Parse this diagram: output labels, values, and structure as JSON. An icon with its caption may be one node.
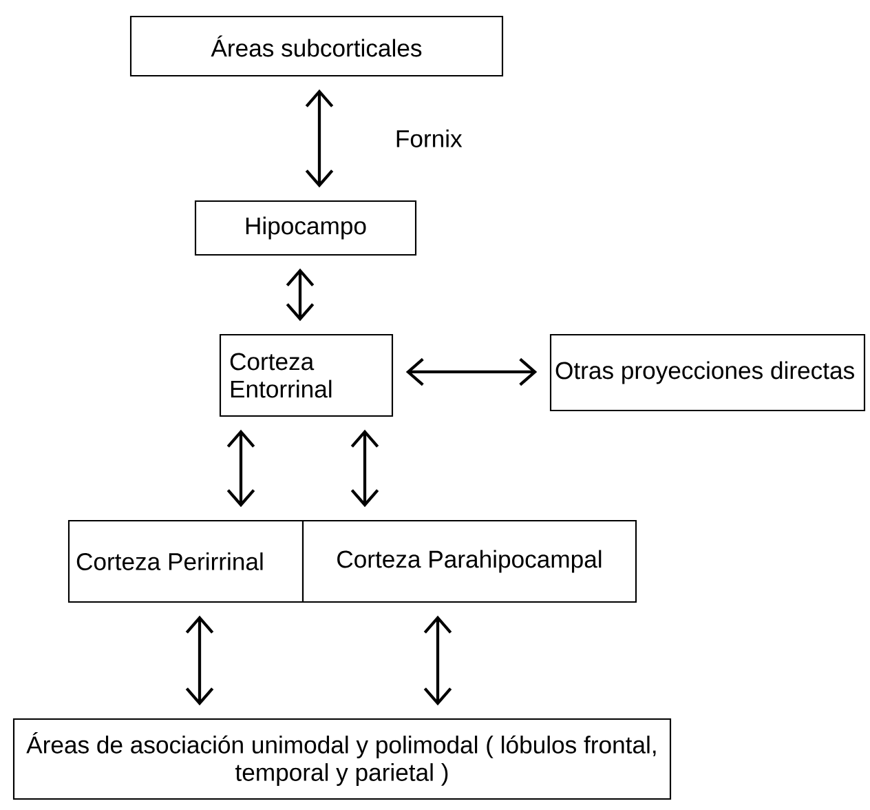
{
  "diagram": {
    "nodes": [
      {
        "text": [
          "Áreas subcorticales"
        ]
      },
      {
        "text": [
          "Hipocampo"
        ]
      },
      {
        "text": [
          "Corteza Entorrinal"
        ]
      },
      {
        "text": [
          "Otras proyecciones directas"
        ]
      },
      {
        "text": [
          "Corteza Perirrinal"
        ]
      },
      {
        "text": [
          "Corteza Parahipocampal"
        ]
      },
      {
        "text": [
          "Áreas de asociación unimodal y polimodal ( lóbulos frontal, temporal y parietal )"
        ]
      }
    ],
    "edges": [
      {
        "from": 0,
        "to": 1,
        "arrow": "both",
        "label": "Fornix"
      },
      {
        "from": 1,
        "to": 2,
        "arrow": "both"
      },
      {
        "from": 2,
        "to": 3,
        "arrow": "both"
      },
      {
        "from": 2,
        "to": 4,
        "arrow": "both"
      },
      {
        "from": 2,
        "to": 5,
        "arrow": "both"
      },
      {
        "from": 4,
        "to": 6,
        "arrow": "both"
      },
      {
        "from": 5,
        "to": 6,
        "arrow": "both"
      }
    ]
  }
}
